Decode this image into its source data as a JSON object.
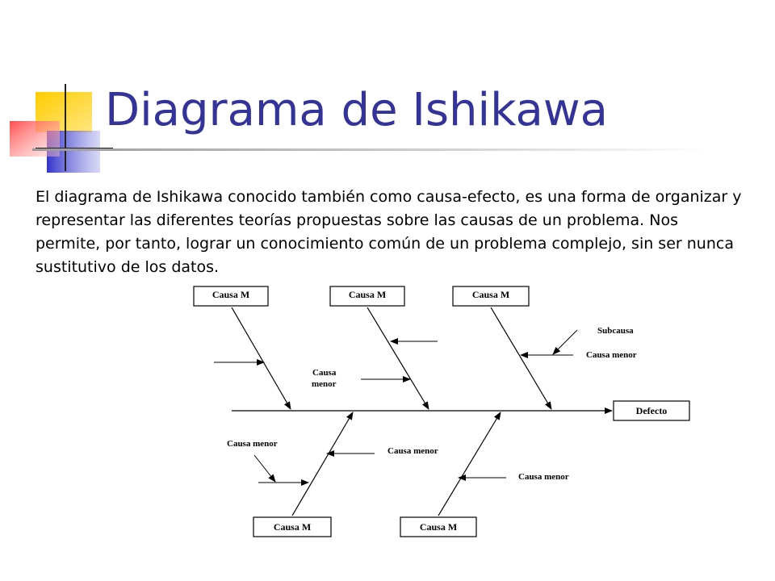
{
  "slide": {
    "title": "Diagrama de Ishikawa",
    "paragraph": "El diagrama de Ishikawa conocido también como causa-efecto, es una forma de organizar y representar las diferentes teorías propuestas sobre las causas de un problema. Nos permite, por tanto, lograr un conocimiento común de un problema complejo, sin ser nunca sustitutivo de los datos."
  },
  "colors": {
    "title": "#333399",
    "logo_yellow": "#ffcc00",
    "logo_blue": "#3333cc",
    "logo_red": "#ff6666"
  },
  "diagram": {
    "cause_labels": [
      "Causa M",
      "Causa M",
      "Causa M",
      "Causa M",
      "Causa M"
    ],
    "effect_label": "Defecto",
    "subcause_label": "Subcausa",
    "minor_cause_right_top": "Causa menor",
    "minor_cause_center": [
      "Causa",
      "menor"
    ],
    "minor_cause_left_bottom": "Causa menor",
    "minor_cause_mid_bottom": "Causa menor",
    "minor_cause_right_bottom": "Causa menor"
  }
}
